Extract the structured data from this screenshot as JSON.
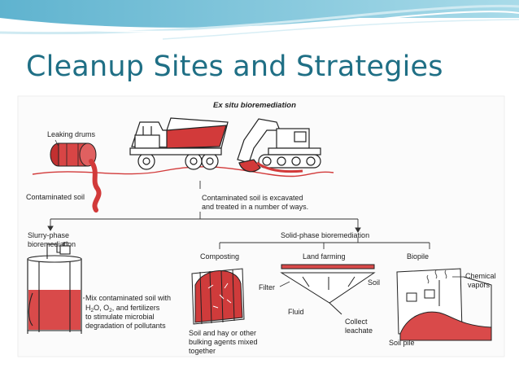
{
  "slide": {
    "title": "Cleanup Sites and Strategies",
    "accent_color": "#2a93b3",
    "title_color": "#1f6f85"
  },
  "diagram": {
    "header": "Ex situ bioremediation",
    "leaking_drums": "Leaking drums",
    "contaminated_soil": "Contaminated soil",
    "excavated_line1": "Contaminated soil is excavated",
    "excavated_line2": "and treated in a number of ways.",
    "slurry_line1": "Slurry-phase",
    "slurry_line2": "bioremediation",
    "solid_phase": "Solid-phase bioremediation",
    "slurry_desc_line1": "Mix contaminated soil with",
    "slurry_desc_line2": "H2O, O2, and fertilizers",
    "slurry_desc_line3": "to stimulate microbial",
    "slurry_desc_line4": "degradation of pollutants",
    "composting": "Composting",
    "compost_desc_line1": "Soil and hay or other",
    "compost_desc_line2": "bulking agents mixed",
    "compost_desc_line3": "together",
    "land_farming": "Land farming",
    "filter": "Filter",
    "soil": "Soil",
    "fluid": "Fluid",
    "collect_line1": "Collect",
    "collect_line2": "leachate",
    "biopile": "Biopile",
    "chemical_line1": "Chemical",
    "chemical_line2": "vapors",
    "soil_pile": "Soil pile",
    "contaminant_color": "#d23a3a"
  }
}
